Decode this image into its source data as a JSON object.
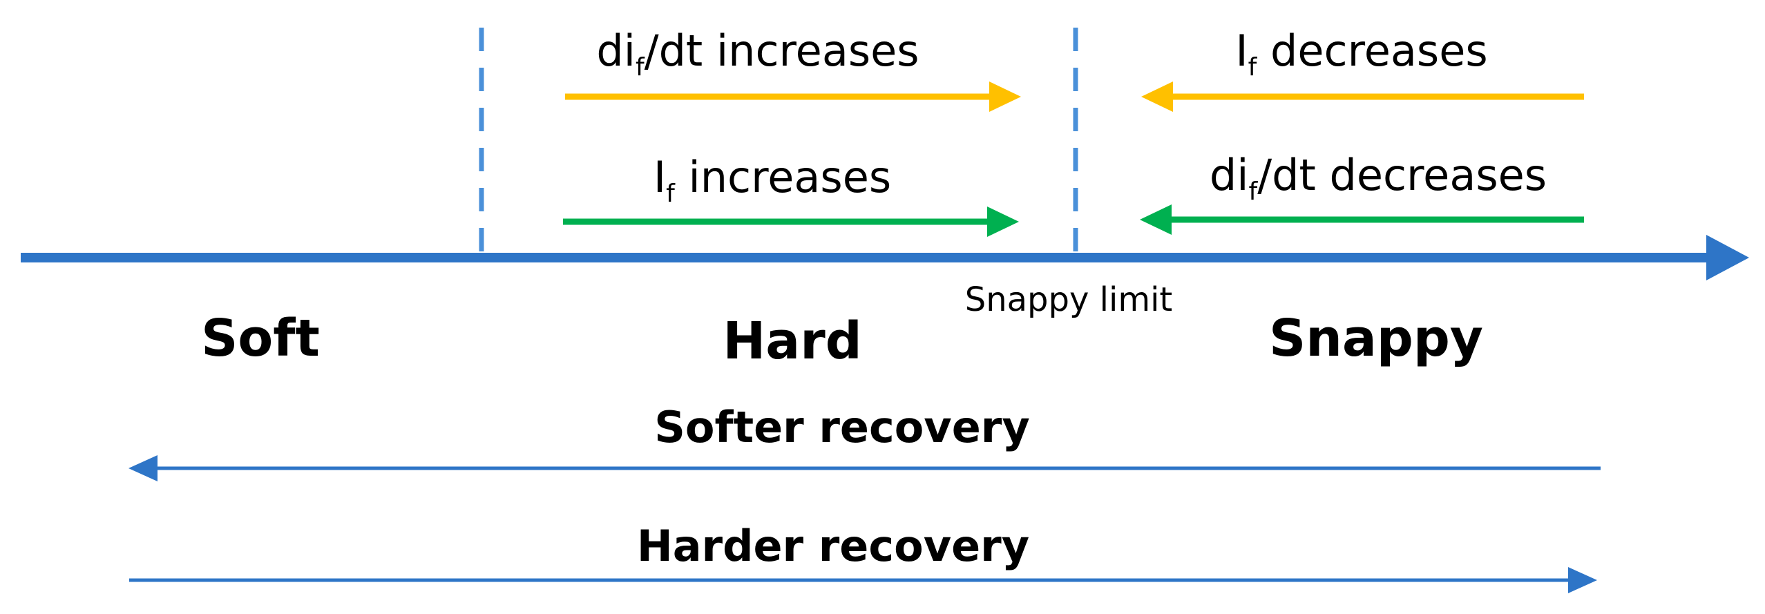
{
  "colors": {
    "axis": "#2E75C7",
    "divider": "#4A90D9",
    "current_arrow": "#FFC000",
    "rate_arrow": "#00B050",
    "trend_arrow": "#2E75C7",
    "text": "#000000"
  },
  "arrows_hard": {
    "top": {
      "main": "di",
      "sub": "f",
      "rest": "/dt increases"
    },
    "bottom": {
      "main": "I",
      "sub": "f",
      "rest": " increases"
    }
  },
  "arrows_snappy": {
    "top": {
      "main": "I",
      "sub": "f",
      "rest": " decreases"
    },
    "bottom": {
      "main": "di",
      "sub": "f",
      "rest": "/dt decreases"
    }
  },
  "snappy_limit": "Snappy limit",
  "regions": {
    "soft": "Soft",
    "hard": "Hard",
    "snappy": "Snappy"
  },
  "trends": {
    "softer": "Softer recovery",
    "harder": "Harder recovery"
  }
}
